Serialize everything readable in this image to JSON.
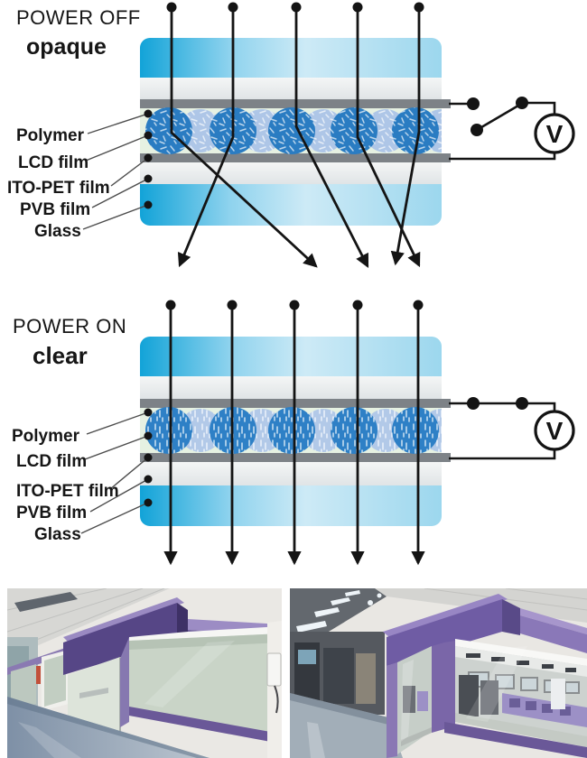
{
  "diagram_off": {
    "title": "POWER OFF",
    "state_label": "opaque",
    "layer_labels": [
      "Polymer",
      "LCD film",
      "ITO-PET film",
      "PVB film",
      "Glass"
    ],
    "voltmeter_label": "V",
    "switch_state": "open",
    "light_rays": {
      "count": 5,
      "behavior": "scattered"
    }
  },
  "diagram_on": {
    "title": "POWER ON",
    "state_label": "clear",
    "layer_labels": [
      "Polymer",
      "LCD film",
      "ITO-PET film",
      "PVB film",
      "Glass"
    ],
    "voltmeter_label": "V",
    "switch_state": "closed",
    "light_rays": {
      "count": 5,
      "behavior": "transmitted"
    }
  },
  "colors": {
    "glass_blue": "#17a8dc",
    "glass_blue_light": "#cdeaf6",
    "pvb_gray": "#e9ecee",
    "ito_gray": "#7d8287",
    "lcd_matrix_green": "#e6f1e2",
    "droplet_dark_blue": "#2a7cc2",
    "droplet_pale_blue": "#aec6e7",
    "ray_black": "#141414",
    "photo_purple_dark": "#564686",
    "photo_purple_light": "#9c8cc4",
    "frosted_glass_green": "#c9d4c7",
    "floor_blue_gray": "#8494a8"
  }
}
